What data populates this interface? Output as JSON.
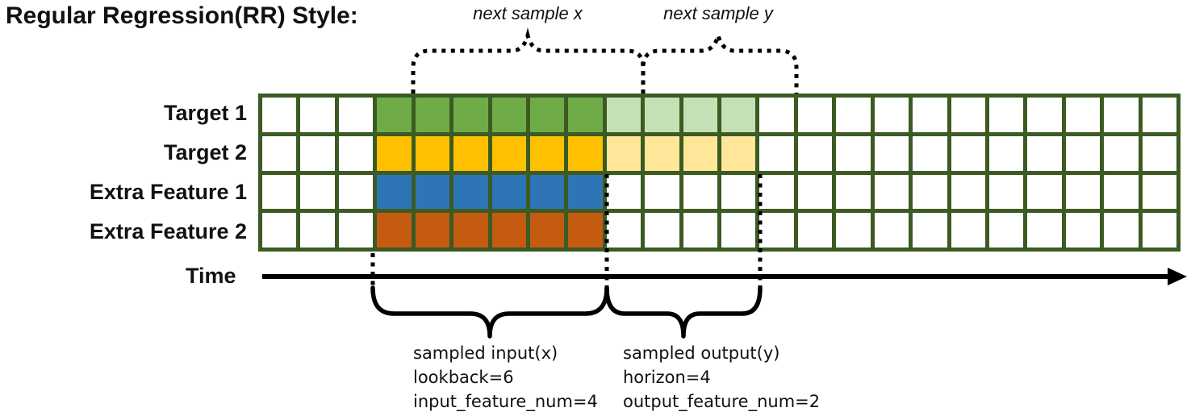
{
  "title": "Regular Regression(RR) Style:",
  "annotations": {
    "next_sample_x": "next sample x",
    "next_sample_y": "next sample y",
    "time_label": "Time",
    "input_block": [
      "sampled input(x)",
      "lookback=6",
      "input_feature_num=4"
    ],
    "output_block": [
      "sampled output(y)",
      "horizon=4",
      "output_feature_num=2"
    ]
  },
  "grid": {
    "columns": 24,
    "input_start_col": 4,
    "lookback": 6,
    "horizon": 4,
    "input_feature_num": 4,
    "output_feature_num": 2,
    "rows": [
      {
        "label": "Target 1",
        "input_color": "green",
        "output_color": "light_green"
      },
      {
        "label": "Target 2",
        "input_color": "yellow",
        "output_color": "light_yellow"
      },
      {
        "label": "Extra Feature 1",
        "input_color": "blue",
        "output_color": "white"
      },
      {
        "label": "Extra Feature 2",
        "input_color": "orange",
        "output_color": "white"
      }
    ]
  },
  "colors": {
    "grid_border": "#3B5B23",
    "green": "#6FAC47",
    "yellow": "#FFC000",
    "blue": "#2E75B6",
    "orange": "#C55A11",
    "light_green": "#C5E0B4",
    "light_yellow": "#FFE699",
    "white": "#FFFFFF",
    "line": "#000000"
  }
}
